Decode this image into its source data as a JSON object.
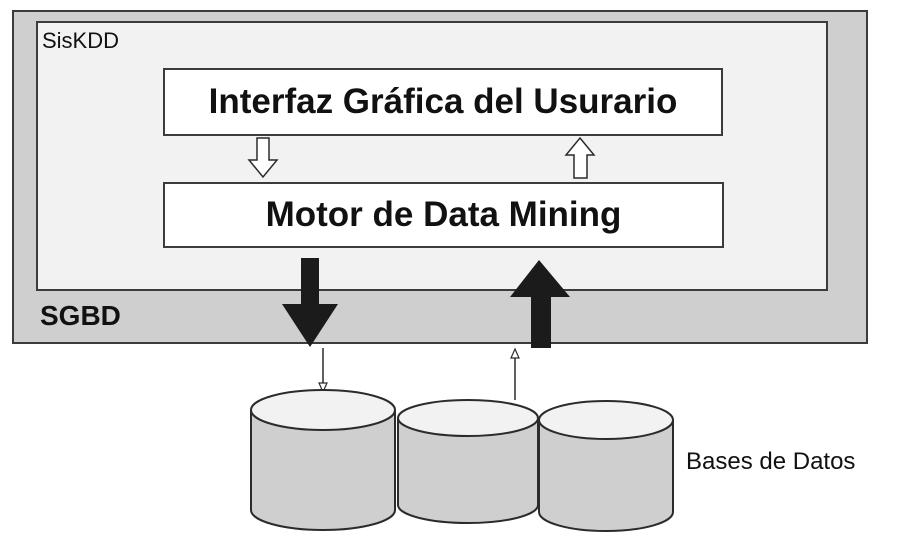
{
  "labels": {
    "outer": "SGBD",
    "inner": "SisKDD",
    "gui": "Interfaz Gráfica del Usurario",
    "engine": "Motor de Data Mining",
    "databases": "Bases de Datos"
  },
  "icons": {
    "gui_to_engine": "hollow-arrow-down-icon",
    "engine_to_gui": "hollow-arrow-up-icon",
    "engine_to_db": "thick-arrow-down-icon",
    "db_to_engine": "thick-arrow-up-icon",
    "databases": "database-cylinder-icon"
  },
  "colors": {
    "sgbd_fill": "#cfcfcf",
    "siskdd_fill": "#f2f2f2",
    "box_fill": "#ffffff",
    "arrow_dark": "#1b1b1b"
  }
}
